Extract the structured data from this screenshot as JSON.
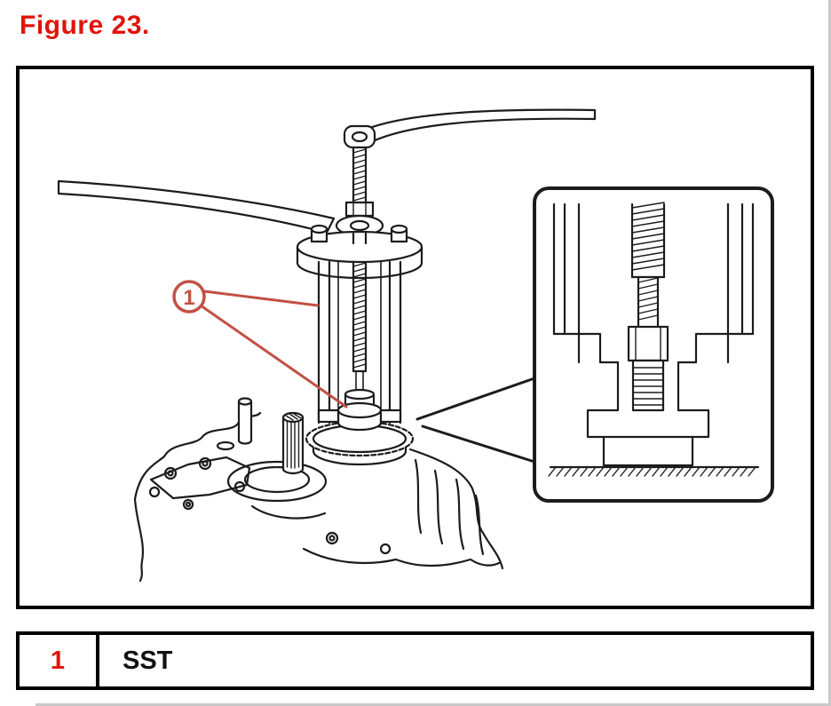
{
  "figure": {
    "label": "Figure 23."
  },
  "diagram": {
    "callout": {
      "number": "1"
    }
  },
  "legend": {
    "rows": [
      {
        "ref": "1",
        "label": "SST"
      }
    ]
  },
  "colors": {
    "title_red": "#e0140b",
    "callout_red": "#c25044",
    "ink": "#1c1c1c"
  }
}
